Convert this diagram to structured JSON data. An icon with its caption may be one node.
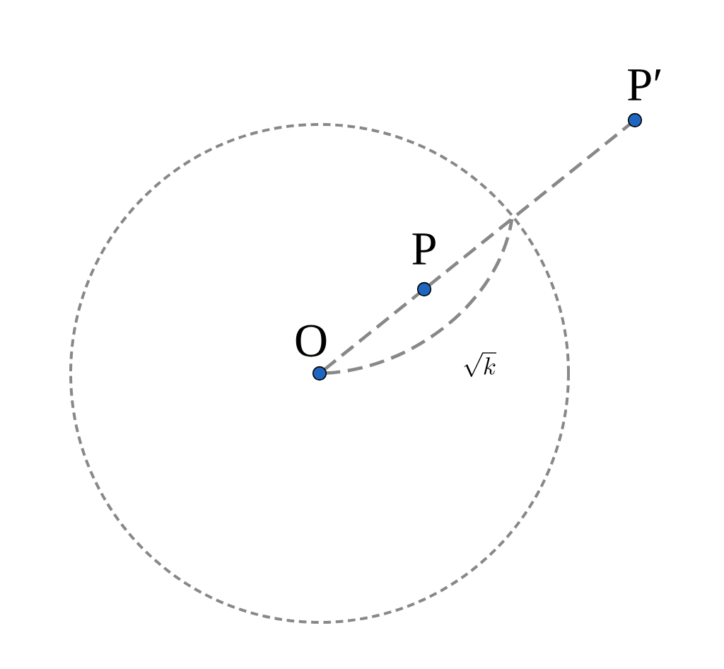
{
  "diagram": {
    "nodes": [
      {
        "text": [
          "O"
        ]
      },
      {
        "text": [
          "P"
        ]
      },
      {
        "text": [
          "P′"
        ]
      }
    ],
    "edges": [
      {
        "from": 0,
        "to": 1,
        "arrow": "none",
        "style": "dashed"
      },
      {
        "from": 1,
        "to": 2,
        "arrow": "none",
        "style": "dashed"
      },
      {
        "from": 0,
        "to": null,
        "arrow": "none",
        "style": "dashed",
        "label": "\\sqrt{k}"
      }
    ]
  }
}
